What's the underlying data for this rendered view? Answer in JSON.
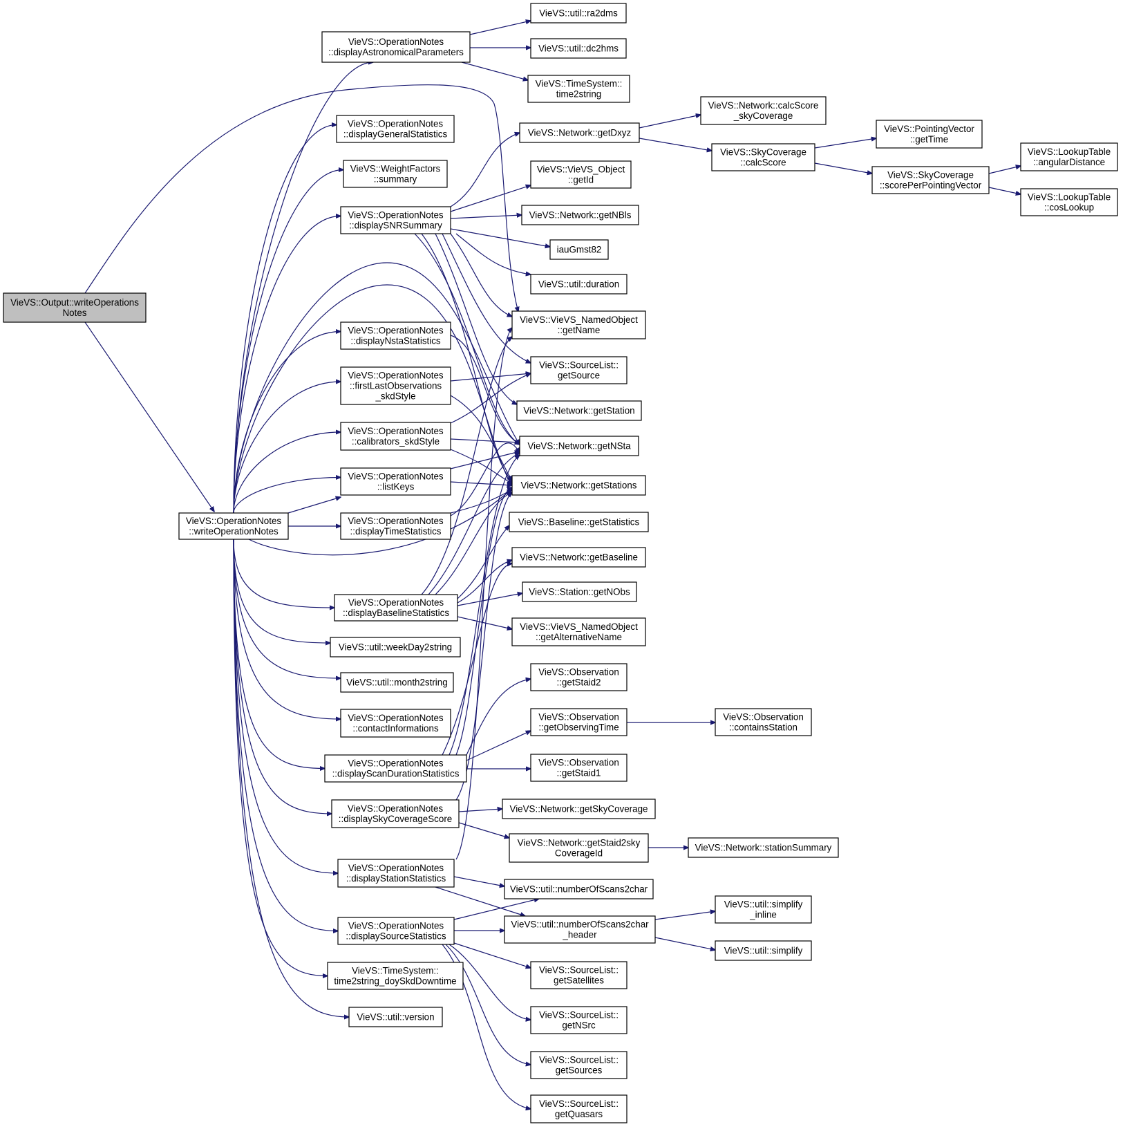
{
  "colors": {
    "edge": "#191970",
    "root_fill": "#bfbfbf",
    "node_fill": "#ffffff",
    "node_border": "#000000"
  },
  "nodes": [
    {
      "id": "root",
      "lines": [
        "VieVS::Output::writeOperations",
        "Notes"
      ],
      "root": true
    },
    {
      "id": "won",
      "lines": [
        "VieVS::OperationNotes",
        "::writeOperationNotes"
      ]
    },
    {
      "id": "dap",
      "lines": [
        "VieVS::OperationNotes",
        "::displayAstronomicalParameters"
      ]
    },
    {
      "id": "dgs",
      "lines": [
        "VieVS::OperationNotes",
        "::displayGeneralStatistics"
      ]
    },
    {
      "id": "wfs",
      "lines": [
        "VieVS::WeightFactors",
        "::summary"
      ]
    },
    {
      "id": "dsnr",
      "lines": [
        "VieVS::OperationNotes",
        "::displaySNRSummary"
      ]
    },
    {
      "id": "dnsta",
      "lines": [
        "VieVS::OperationNotes",
        "::displayNstaStatistics"
      ]
    },
    {
      "id": "flo",
      "lines": [
        "VieVS::OperationNotes",
        "::firstLastObservations",
        "_skdStyle"
      ]
    },
    {
      "id": "cal",
      "lines": [
        "VieVS::OperationNotes",
        "::calibrators_skdStyle"
      ]
    },
    {
      "id": "lk",
      "lines": [
        "VieVS::OperationNotes",
        "::listKeys"
      ]
    },
    {
      "id": "dts",
      "lines": [
        "VieVS::OperationNotes",
        "::displayTimeStatistics"
      ]
    },
    {
      "id": "dbs",
      "lines": [
        "VieVS::OperationNotes",
        "::displayBaselineStatistics"
      ]
    },
    {
      "id": "wd2s",
      "lines": [
        "VieVS::util::weekDay2string"
      ]
    },
    {
      "id": "m2s",
      "lines": [
        "VieVS::util::month2string"
      ]
    },
    {
      "id": "ci",
      "lines": [
        "VieVS::OperationNotes",
        "::contactInformations"
      ]
    },
    {
      "id": "dsds",
      "lines": [
        "VieVS::OperationNotes",
        "::displayScanDurationStatistics"
      ]
    },
    {
      "id": "dscs",
      "lines": [
        "VieVS::OperationNotes",
        "::displaySkyCoverageScore"
      ]
    },
    {
      "id": "dss",
      "lines": [
        "VieVS::OperationNotes",
        "::displayStationStatistics"
      ]
    },
    {
      "id": "dsrc",
      "lines": [
        "VieVS::OperationNotes",
        "::displaySourceStatistics"
      ]
    },
    {
      "id": "t2sdoy",
      "lines": [
        "VieVS::TimeSystem::",
        "time2string_doySkdDowntime"
      ]
    },
    {
      "id": "ver",
      "lines": [
        "VieVS::util::version"
      ]
    },
    {
      "id": "ra2dms",
      "lines": [
        "VieVS::util::ra2dms"
      ]
    },
    {
      "id": "dc2hms",
      "lines": [
        "VieVS::util::dc2hms"
      ]
    },
    {
      "id": "t2s",
      "lines": [
        "VieVS::TimeSystem::",
        "time2string"
      ]
    },
    {
      "id": "gdxyz",
      "lines": [
        "VieVS::Network::getDxyz"
      ]
    },
    {
      "id": "getid",
      "lines": [
        "VieVS::VieVS_Object",
        "::getId"
      ]
    },
    {
      "id": "getnbls",
      "lines": [
        "VieVS::Network::getNBls"
      ]
    },
    {
      "id": "iau",
      "lines": [
        "iauGmst82"
      ]
    },
    {
      "id": "dur",
      "lines": [
        "VieVS::util::duration"
      ]
    },
    {
      "id": "getname",
      "lines": [
        "VieVS::VieVS_NamedObject",
        "::getName"
      ]
    },
    {
      "id": "getsource",
      "lines": [
        "VieVS::SourceList::",
        "getSource"
      ]
    },
    {
      "id": "getstation",
      "lines": [
        "VieVS::Network::getStation"
      ]
    },
    {
      "id": "getnsta",
      "lines": [
        "VieVS::Network::getNSta"
      ]
    },
    {
      "id": "getstations",
      "lines": [
        "VieVS::Network::getStations"
      ]
    },
    {
      "id": "blstat",
      "lines": [
        "VieVS::Baseline::getStatistics"
      ]
    },
    {
      "id": "getbl",
      "lines": [
        "VieVS::Network::getBaseline"
      ]
    },
    {
      "id": "getnobs",
      "lines": [
        "VieVS::Station::getNObs"
      ]
    },
    {
      "id": "getalt",
      "lines": [
        "VieVS::VieVS_NamedObject",
        "::getAlternativeName"
      ]
    },
    {
      "id": "staid2",
      "lines": [
        "VieVS::Observation",
        "::getStaid2"
      ]
    },
    {
      "id": "obstime",
      "lines": [
        "VieVS::Observation",
        "::getObservingTime"
      ]
    },
    {
      "id": "staid1",
      "lines": [
        "VieVS::Observation",
        "::getStaid1"
      ]
    },
    {
      "id": "getsky",
      "lines": [
        "VieVS::Network::getSkyCoverage"
      ]
    },
    {
      "id": "staid2sky",
      "lines": [
        "VieVS::Network::getStaid2sky",
        "CoverageId"
      ]
    },
    {
      "id": "nos2c",
      "lines": [
        "VieVS::util::numberOfScans2char"
      ]
    },
    {
      "id": "nos2ch",
      "lines": [
        "VieVS::util::numberOfScans2char",
        "_header"
      ]
    },
    {
      "id": "getsat",
      "lines": [
        "VieVS::SourceList::",
        "getSatellites"
      ]
    },
    {
      "id": "getnsrc",
      "lines": [
        "VieVS::SourceList::",
        "getNSrc"
      ]
    },
    {
      "id": "getsources",
      "lines": [
        "VieVS::SourceList::",
        "getSources"
      ]
    },
    {
      "id": "getquasars",
      "lines": [
        "VieVS::SourceList::",
        "getQuasars"
      ]
    },
    {
      "id": "calcscoresky",
      "lines": [
        "VieVS::Network::calcScore",
        "_skyCoverage"
      ]
    },
    {
      "id": "calcscore",
      "lines": [
        "VieVS::SkyCoverage",
        "::calcScore"
      ]
    },
    {
      "id": "containsst",
      "lines": [
        "VieVS::Observation",
        "::containsStation"
      ]
    },
    {
      "id": "stsum",
      "lines": [
        "VieVS::Network::stationSummary"
      ]
    },
    {
      "id": "simpinl",
      "lines": [
        "VieVS::util::simplify",
        "_inline"
      ]
    },
    {
      "id": "simp",
      "lines": [
        "VieVS::util::simplify"
      ]
    },
    {
      "id": "pvtime",
      "lines": [
        "VieVS::PointingVector",
        "::getTime"
      ]
    },
    {
      "id": "sppv",
      "lines": [
        "VieVS::SkyCoverage",
        "::scorePerPointingVector"
      ]
    },
    {
      "id": "angdist",
      "lines": [
        "VieVS::LookupTable",
        "::angularDistance"
      ]
    },
    {
      "id": "coslook",
      "lines": [
        "VieVS::LookupTable",
        "::cosLookup"
      ]
    }
  ]
}
